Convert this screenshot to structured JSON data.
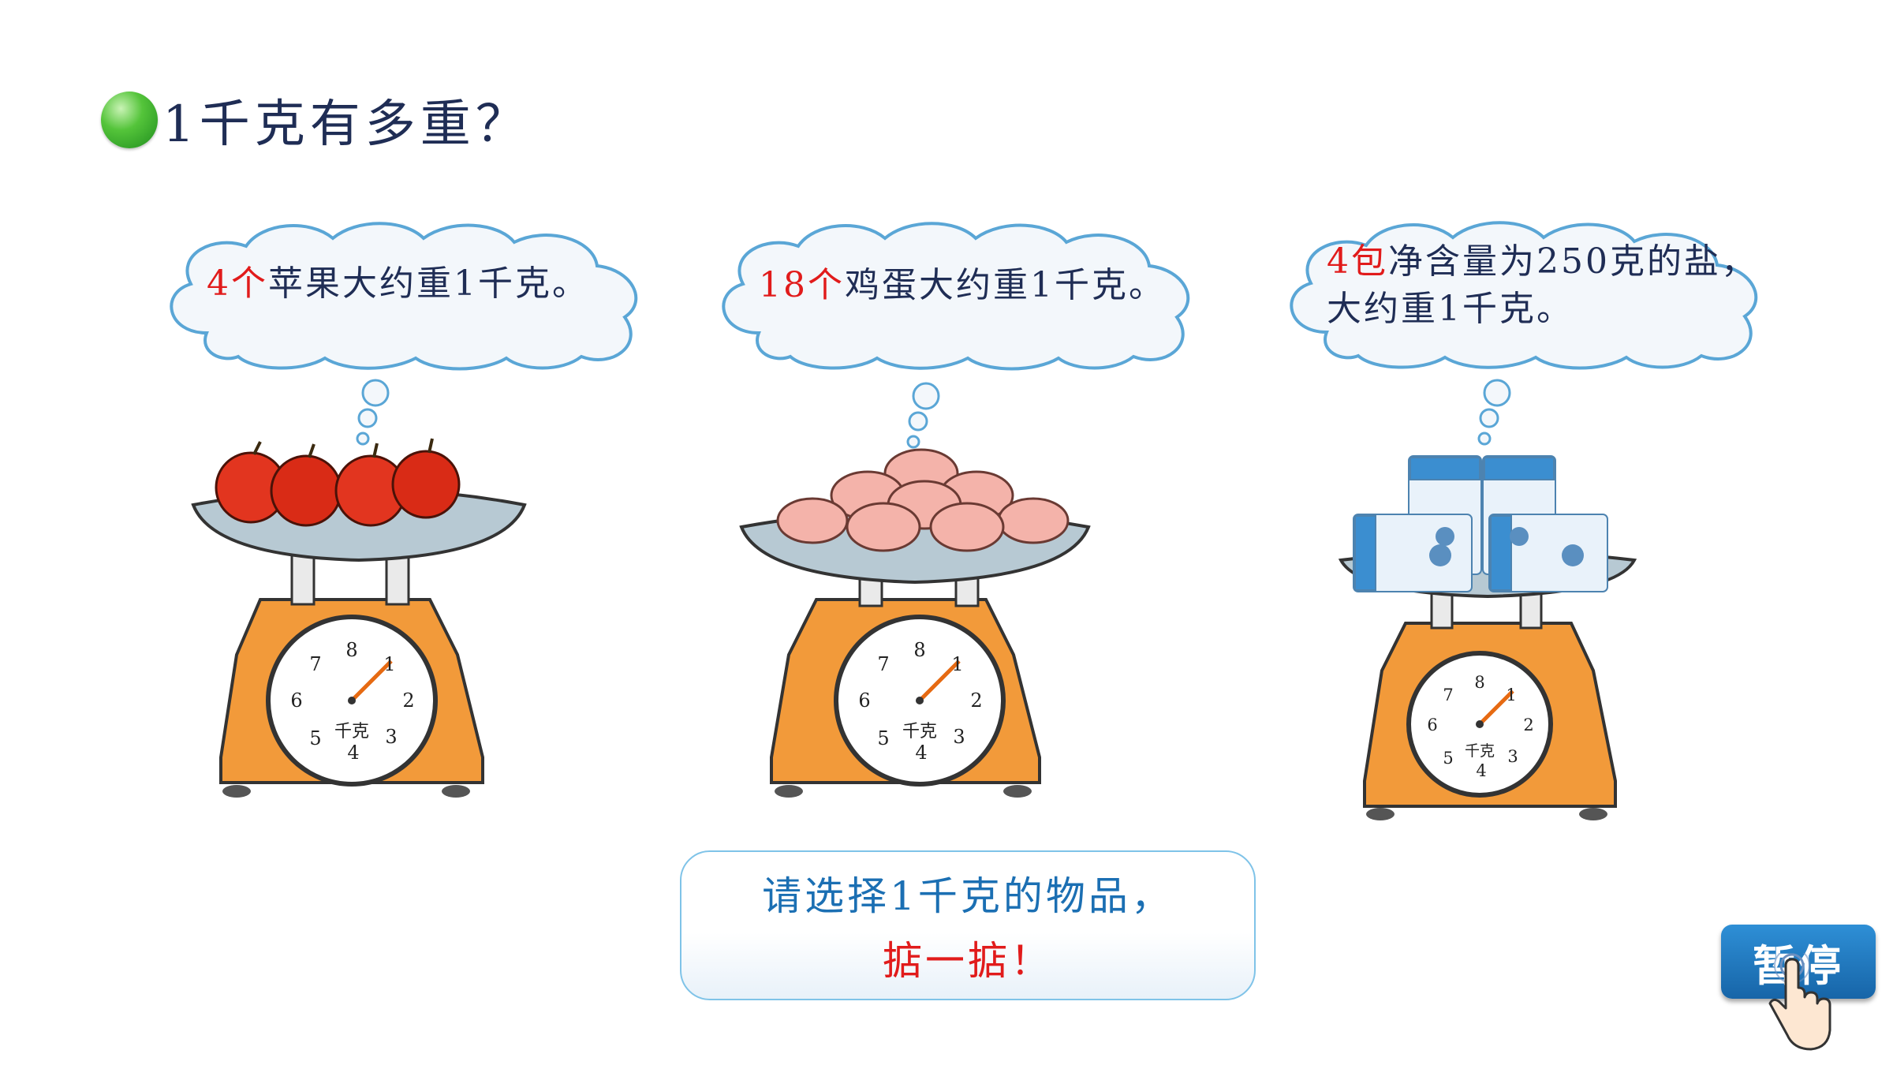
{
  "title": "1千克有多重？",
  "bubbles": [
    {
      "highlight": "4个",
      "text": "苹果大约重1千克。"
    },
    {
      "highlight": "18个",
      "text": "鸡蛋大约重1千克。"
    },
    {
      "highlight": "4包",
      "text_line1": "净含量为250克的盐，",
      "text_line2": "大约重1千克。"
    }
  ],
  "scale_dial": {
    "numbers": [
      "8",
      "1",
      "2",
      "3",
      "4",
      "5",
      "6",
      "7"
    ],
    "unit": "千克"
  },
  "prompt": {
    "line1": "请选择1千克的物品，",
    "line2": "掂一掂！"
  },
  "pause_button": {
    "label": "暂停"
  },
  "colors": {
    "text": "#1f2d55",
    "highlight": "#e11b1b",
    "scale_body": "#f29a3a",
    "button": "#1f78c1"
  },
  "icons": {
    "title_bullet": "green-dot-icon",
    "pointer": "hand-pointer-icon"
  }
}
